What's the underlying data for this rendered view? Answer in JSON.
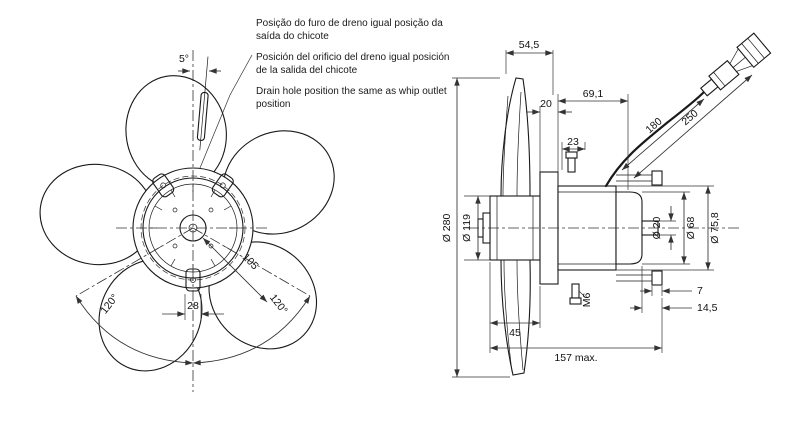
{
  "drawing": {
    "notes": [
      {
        "lang": "pt",
        "text": "Posição do furo de dreno igual posição da saída do chicote"
      },
      {
        "lang": "es",
        "text": "Posición del orificio del dreno igual posición de la salida del chicote"
      },
      {
        "lang": "en",
        "text": "Drain hole position the same as whip outlet position"
      }
    ],
    "front_view": {
      "drain_angle": "5°",
      "blade_dim": "105",
      "blade_angle_left": "120°",
      "blade_angle_right": "120°",
      "hub_slot_width": "28"
    },
    "side_view": {
      "depth_front": "54,5",
      "flange_depth": "20",
      "body_length": "69,1",
      "stud_offset": "23",
      "whip_length_1": "180",
      "whip_length_2": "250",
      "fan_diameter": "Ø 280",
      "hub_diameter": "Ø 119",
      "shaft_diameter": "Ø 20",
      "endbell_diameter": "Ø 68",
      "motor_diameter": "Ø 75,8",
      "stud_protrusion": "7",
      "stud_thread": "M6",
      "nut_end": "14,5",
      "hub_depth": "45",
      "total_length": "157 max."
    }
  }
}
